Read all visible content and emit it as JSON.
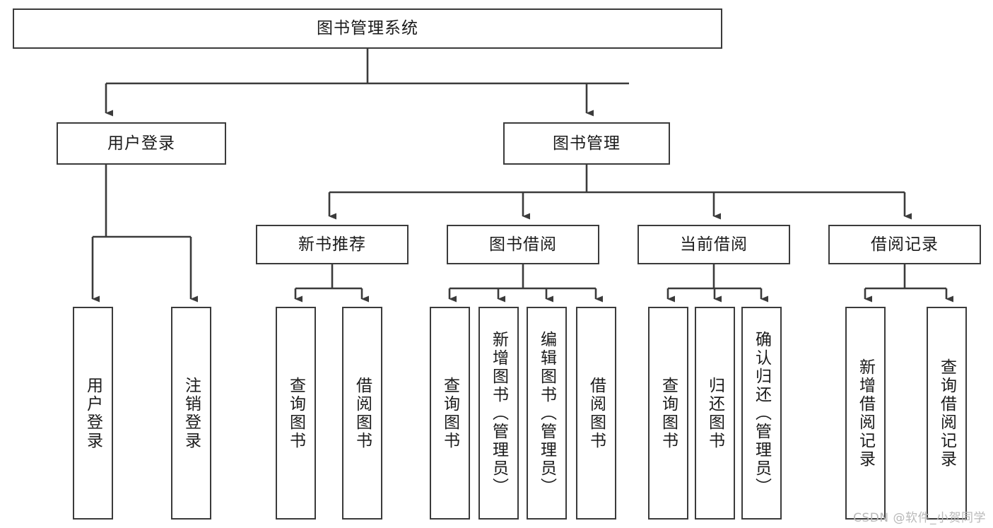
{
  "diagram": {
    "title": "图书管理系统",
    "type": "hierarchy-tree",
    "line_color": "#3b3b3b",
    "background_color": "#ffffff",
    "text_color": "#1b1b1b",
    "nodes": {
      "root": "图书管理系统",
      "level2": {
        "user_login": "用户登录",
        "book_manage": "图书管理"
      },
      "level3": {
        "new_book_recommend": "新书推荐",
        "book_borrow": "图书借阅",
        "current_borrow": "当前借阅",
        "borrow_record": "借阅记录"
      },
      "leaves": {
        "user_login_1": "用户登录",
        "user_login_2": "注销登录",
        "recommend_1": "查询图书",
        "recommend_2": "借阅图书",
        "borrow_1": "查询图书",
        "borrow_2": "新增图书（管理员）",
        "borrow_3": "编辑图书（管理员）",
        "borrow_4": "借阅图书",
        "current_1": "查询图书",
        "current_2": "归还图书",
        "current_3": "确认归还（管理员）",
        "record_1": "新增借阅记录",
        "record_2": "查询借阅记录"
      }
    }
  },
  "watermark": {
    "text": "CSDN @软件_小贺同学"
  }
}
